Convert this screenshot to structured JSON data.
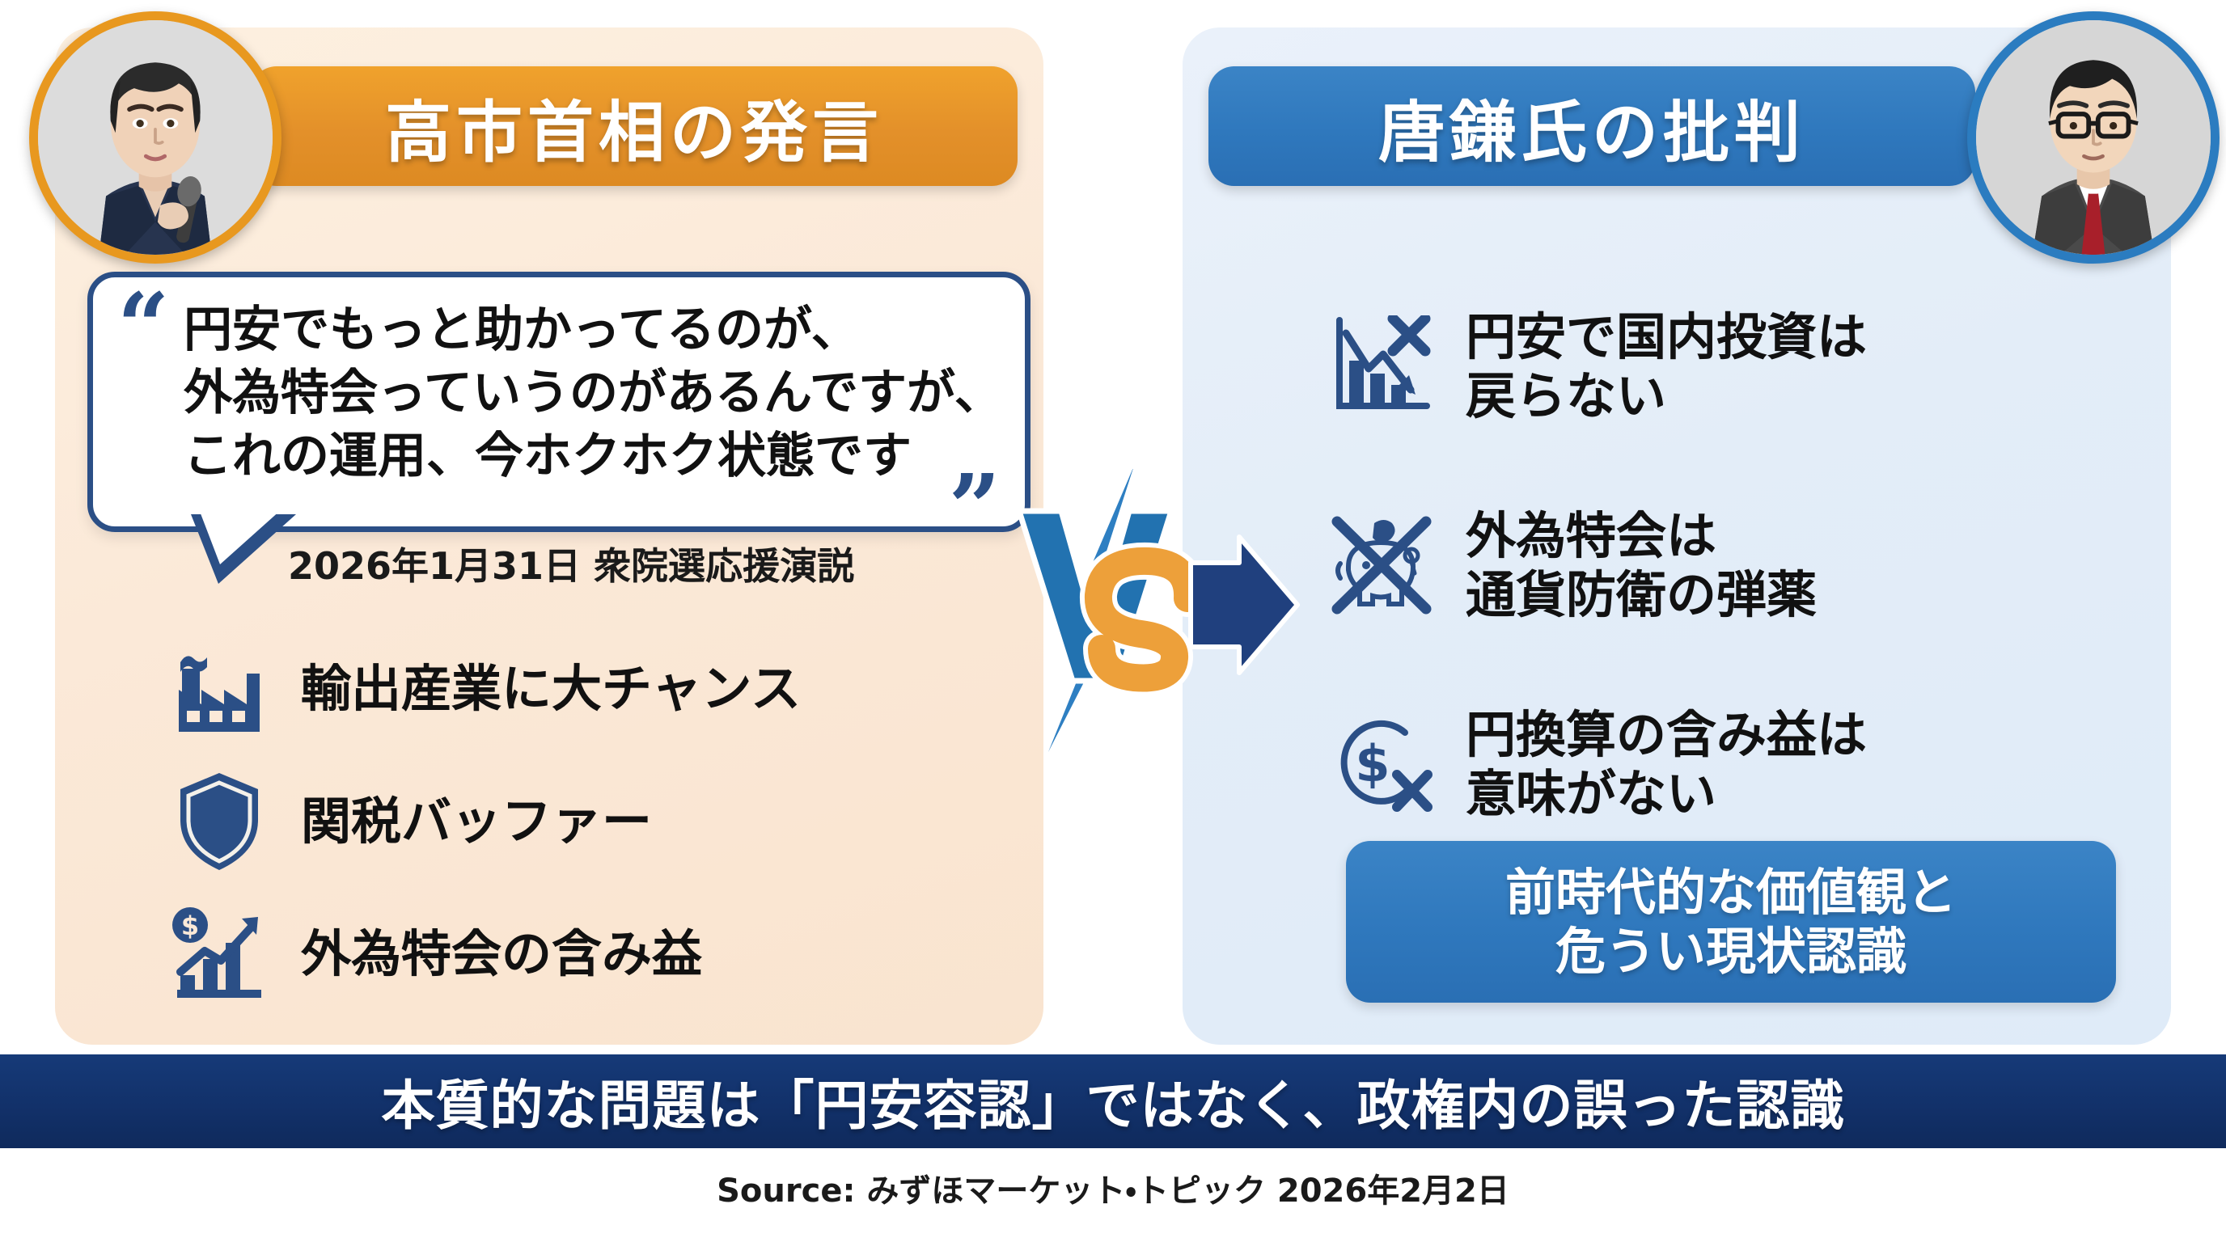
{
  "left_panel": {
    "header_title": "高市首相の発言",
    "avatar_name": "takaichi-portrait",
    "quote": {
      "open_quote": "“",
      "close_quote": "”",
      "lines": [
        "円安でもっと助かってるのが、",
        "外為特会っていうのがあるんですが、",
        "これの運用、今ホクホク状態です"
      ]
    },
    "caption": "2026年1月31日 衆院選応援演説",
    "points": [
      {
        "icon": "factory-icon",
        "lines": [
          "輸出産業に大チャンス"
        ]
      },
      {
        "icon": "shield-icon",
        "lines": [
          "関税バッファー"
        ]
      },
      {
        "icon": "dollar-growth-chart-icon",
        "lines": [
          "外為特会の含み益"
        ]
      }
    ]
  },
  "right_panel": {
    "header_title": "唐鎌氏の批判",
    "avatar_name": "karakama-portrait",
    "points": [
      {
        "icon": "declining-chart-x-icon",
        "lines": [
          "円安で国内投資は",
          "戻らない"
        ]
      },
      {
        "icon": "piggy-bank-crossed-icon",
        "lines": [
          "外為特会は",
          "通貨防衛の弾薬"
        ]
      },
      {
        "icon": "dollar-circle-x-icon",
        "lines": [
          "円換算の含み益は",
          "意味がない"
        ]
      }
    ],
    "conclusion": [
      "前時代的な価値観と",
      "危うい現状認識"
    ]
  },
  "versus_badge": {
    "label": "VS",
    "v_letter": "V",
    "s_letter": "S",
    "icons": [
      "lightning-bolt-icon",
      "right-arrow-icon"
    ]
  },
  "banner": {
    "text": "本質的な問題は「円安容認」ではなく、政権内の誤った認識"
  },
  "source": {
    "text": "Source: みずほマーケット・トピック 2026年2月2日"
  },
  "colors": {
    "orange": "#e3902a",
    "blue": "#2f78bd",
    "navy": "#12316a",
    "dark_blue_icon": "#2b4f86",
    "left_bg": "#fbe9d8",
    "right_bg": "#e3edf8"
  }
}
